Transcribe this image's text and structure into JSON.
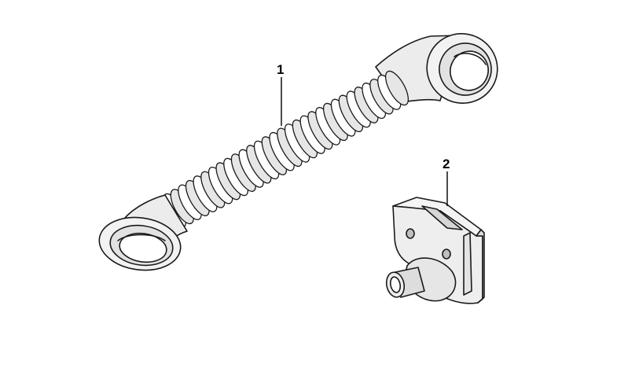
{
  "diagram": {
    "callouts": [
      {
        "id": "1",
        "label": "1"
      },
      {
        "id": "2",
        "label": "2"
      }
    ],
    "parts": [
      {
        "id": "1",
        "kind": "corrugated-hose"
      },
      {
        "id": "2",
        "kind": "bracket-grommet"
      }
    ],
    "colors": {
      "line": "#1a1a1a",
      "fill_light": "#ffffff",
      "fill_shade": "#e6e6e6",
      "fill_dark": "#d2d2d2"
    }
  }
}
